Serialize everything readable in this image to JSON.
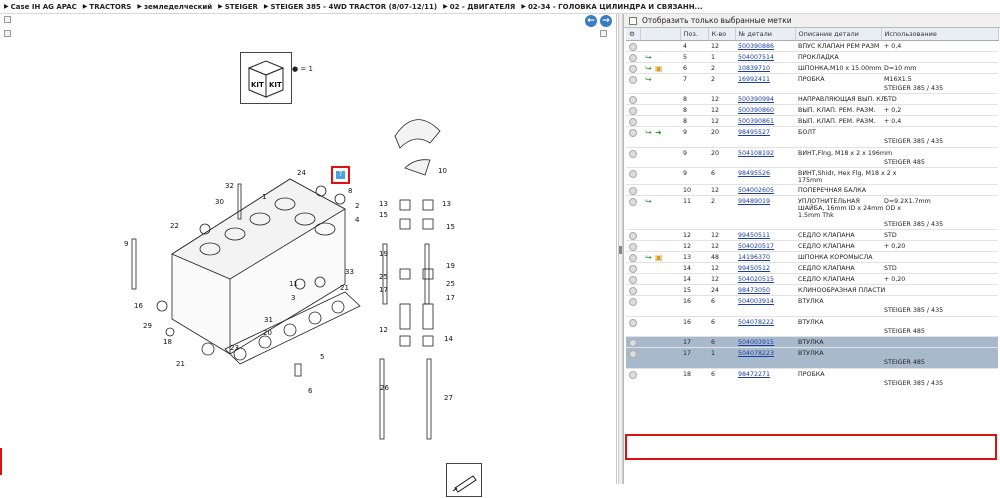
{
  "breadcrumb": [
    "Case IH AG APAC",
    "TRACTORS",
    "земледелческий",
    "STEIGER",
    "STEIGER 385 - 4WD TRACTOR (8/07-12/11)",
    "02 - ДВИГАТЕЛЯ",
    "02-34 - ГОЛОВКА ЦИЛИНДРА И СВЯЗАНН..."
  ],
  "filter": {
    "label": "Отобразить только выбранные метки"
  },
  "columns": {
    "pos": "Поз.",
    "qty": "К-во",
    "part": "№ детали",
    "desc": "Описание детали",
    "usage": "Использование"
  },
  "diagram": {
    "labels": [
      "1",
      "24",
      "7",
      "10",
      "32",
      "30",
      "22",
      "9",
      "16",
      "29",
      "18",
      "21",
      "23",
      "31",
      "20",
      "3",
      "5",
      "11",
      "33",
      "8",
      "2",
      "4",
      "19",
      "13",
      "12",
      "15",
      "26",
      "27",
      "14",
      "25",
      "17",
      "6"
    ],
    "kit_text": "KIT",
    "kit_label": "1"
  },
  "rows": [
    {
      "pos": "4",
      "qty": "12",
      "part": "500390886",
      "desc": "ВПУС КЛАПАН РЕМ РАЗМ",
      "usage": "+ 0,4"
    },
    {
      "pos": "5",
      "qty": "1",
      "part": "504007514",
      "desc": "ПРОКЛАДКА",
      "usage": ""
    },
    {
      "pos": "6",
      "qty": "2",
      "part": "10839710",
      "desc": "ШПОНКА,M10 x 15.00mm",
      "usage": "D=10 mm"
    },
    {
      "pos": "7",
      "qty": "2",
      "part": "16992411",
      "desc": "ПРОБКА",
      "usage": "M16X1.5",
      "sub": "STEIGER 385 / 435"
    },
    {
      "pos": "8",
      "qty": "12",
      "part": "500390994",
      "desc": "НАПРАВЛЯЮЩАЯ ВЫП. КЛ",
      "usage": "STD"
    },
    {
      "pos": "8",
      "qty": "12",
      "part": "500390860",
      "desc": "ВЫП. КЛАП. РЕМ. РАЗМ.",
      "usage": "+ 0,2"
    },
    {
      "pos": "8",
      "qty": "12",
      "part": "500390861",
      "desc": "ВЫП. КЛАП. РЕМ. РАЗМ.",
      "usage": "+ 0,4"
    },
    {
      "pos": "9",
      "qty": "20",
      "part": "98495527",
      "desc": "БОЛТ",
      "usage": "",
      "sub": "STEIGER 385 / 435"
    },
    {
      "pos": "9",
      "qty": "20",
      "part": "504108192",
      "desc": "ВИНТ,Flng, M18 x 2 x 196mm",
      "usage": "",
      "sub": "STEIGER 485"
    },
    {
      "pos": "9",
      "qty": "6",
      "part": "98495526",
      "desc": "ВИНТ,Shidr, Hex Flg, M18 x 2 x",
      "desc2": "175mm",
      "usage": ""
    },
    {
      "pos": "10",
      "qty": "12",
      "part": "504002605",
      "desc": "ПОПЕРЕЧНАЯ БАЛКА",
      "usage": ""
    },
    {
      "pos": "11",
      "qty": "2",
      "part": "99489019",
      "desc": "УПЛОТНИТЕЛЬНАЯ",
      "desc2": "ШАЙБА, 16mm ID x 24mm OD x",
      "desc3": "1.5mm Thk",
      "usage": "D=9.2X1.7mm",
      "sub": "STEIGER 385 / 435"
    },
    {
      "pos": "12",
      "qty": "12",
      "part": "99450511",
      "desc": "СЕДЛО КЛАПАНА",
      "usage": "STD"
    },
    {
      "pos": "12",
      "qty": "12",
      "part": "504020517",
      "desc": "СЕДЛО КЛАПАНА",
      "usage": "+ 0,20"
    },
    {
      "pos": "13",
      "qty": "48",
      "part": "14196370",
      "desc": "ШПОНКА КОРОМЫСЛА",
      "usage": ""
    },
    {
      "pos": "14",
      "qty": "12",
      "part": "99450512",
      "desc": "СЕДЛО КЛАПАНА",
      "usage": "STD"
    },
    {
      "pos": "14",
      "qty": "12",
      "part": "504020515",
      "desc": "СЕДЛО КЛАПАНА",
      "usage": "+ 0,20"
    },
    {
      "pos": "15",
      "qty": "24",
      "part": "98473050",
      "desc": "КЛИНООБРАЗНАЯ ПЛАСТИ",
      "usage": ""
    },
    {
      "pos": "16",
      "qty": "6",
      "part": "504003914",
      "desc": "ВТУЛКА",
      "usage": "",
      "sub": "STEIGER 385 / 435"
    },
    {
      "pos": "16",
      "qty": "6",
      "part": "504078222",
      "desc": "ВТУЛКА",
      "usage": "",
      "sub": "STEIGER 485"
    },
    {
      "pos": "17",
      "qty": "6",
      "part": "504003915",
      "desc": "ВТУЛКА",
      "usage": ""
    },
    {
      "pos": "17",
      "qty": "1",
      "part": "504078223",
      "desc": "ВТУЛКА",
      "usage": "",
      "sub": "STEIGER 485"
    },
    {
      "pos": "18",
      "qty": "6",
      "part": "98472271",
      "desc": "ПРОБКА",
      "usage": "",
      "sub": "STEIGER 385 / 435"
    }
  ]
}
